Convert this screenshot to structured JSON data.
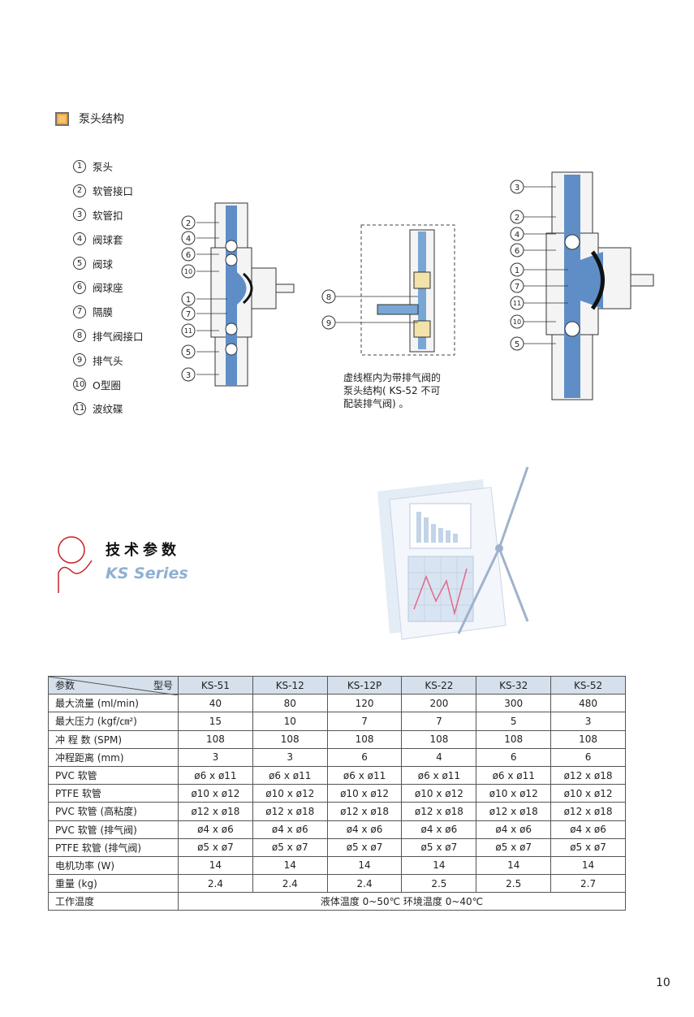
{
  "section": {
    "title": "泵头结构"
  },
  "parts": [
    {
      "num": "1",
      "label": "泵头"
    },
    {
      "num": "2",
      "label": "软管接口"
    },
    {
      "num": "3",
      "label": "软管扣"
    },
    {
      "num": "4",
      "label": "阀球套"
    },
    {
      "num": "5",
      "label": "阀球"
    },
    {
      "num": "6",
      "label": "阀球座"
    },
    {
      "num": "7",
      "label": "隔膜"
    },
    {
      "num": "8",
      "label": "排气阀接口"
    },
    {
      "num": "9",
      "label": "排气头"
    },
    {
      "num": "10",
      "label": "O型圈"
    },
    {
      "num": "11",
      "label": "波纹碟"
    }
  ],
  "diagram_left": {
    "callouts": [
      "2",
      "4",
      "6",
      "10",
      "1",
      "7",
      "11",
      "5",
      "3"
    ]
  },
  "diagram_middle": {
    "callouts": [
      "8",
      "9"
    ],
    "note": [
      "虚线框内为带排气阀的",
      "泵头结构( KS-52 不可",
      "配装排气阀) 。"
    ]
  },
  "diagram_right": {
    "callouts": [
      "3",
      "2",
      "4",
      "6",
      "1",
      "7",
      "11",
      "10",
      "5"
    ]
  },
  "brand": {
    "title": "技术参数",
    "subtitle": "KS Series"
  },
  "table": {
    "corner_model": "型号",
    "corner_param": "参数",
    "models": [
      "KS-51",
      "KS-12",
      "KS-12P",
      "KS-22",
      "KS-32",
      "KS-52"
    ],
    "rows": [
      {
        "label": "最大流量  (ml/min)",
        "values": [
          "40",
          "80",
          "120",
          "200",
          "300",
          "480"
        ]
      },
      {
        "label": "最大压力  (kgf/㎝²)",
        "values": [
          "15",
          "10",
          "7",
          "7",
          "5",
          "3"
        ]
      },
      {
        "label": "冲 程 数  (SPM)",
        "values": [
          "108",
          "108",
          "108",
          "108",
          "108",
          "108"
        ]
      },
      {
        "label": "冲程距离  (mm)",
        "values": [
          "3",
          "3",
          "6",
          "4",
          "6",
          "6"
        ]
      },
      {
        "label": "PVC 软管",
        "values": [
          "ø6 x ø11",
          "ø6 x ø11",
          "ø6 x ø11",
          "ø6 x ø11",
          "ø6 x ø11",
          "ø12 x ø18"
        ]
      },
      {
        "label": "PTFE 软管",
        "values": [
          "ø10 x ø12",
          "ø10 x ø12",
          "ø10 x ø12",
          "ø10 x ø12",
          "ø10 x ø12",
          "ø10 x ø12"
        ]
      },
      {
        "label": "PVC 软管 (高粘度)",
        "values": [
          "ø12 x ø18",
          "ø12 x ø18",
          "ø12 x ø18",
          "ø12 x ø18",
          "ø12 x ø18",
          "ø12 x ø18"
        ]
      },
      {
        "label": "PVC 软管 (排气阀)",
        "values": [
          "ø4 x ø6",
          "ø4 x ø6",
          "ø4 x ø6",
          "ø4 x ø6",
          "ø4 x ø6",
          "ø4 x ø6"
        ]
      },
      {
        "label": "PTFE 软管 (排气阀)",
        "values": [
          "ø5 x ø7",
          "ø5 x ø7",
          "ø5 x ø7",
          "ø5 x ø7",
          "ø5 x ø7",
          "ø5 x ø7"
        ]
      },
      {
        "label": "电机功率 (W)",
        "values": [
          "14",
          "14",
          "14",
          "14",
          "14",
          "14"
        ]
      },
      {
        "label": "重量 (kg)",
        "values": [
          "2.4",
          "2.4",
          "2.4",
          "2.5",
          "2.5",
          "2.7"
        ]
      }
    ],
    "temp_label": "工作温度",
    "temp_value": "液体温度 0~50℃  环境温度 0~40℃"
  },
  "page_number": "10",
  "colors": {
    "fluid_blue": "#5f8ec7",
    "header_bg": "#d5e0ec",
    "brand_red": "#c8202b",
    "brand_blue": "#8fb0d3"
  }
}
